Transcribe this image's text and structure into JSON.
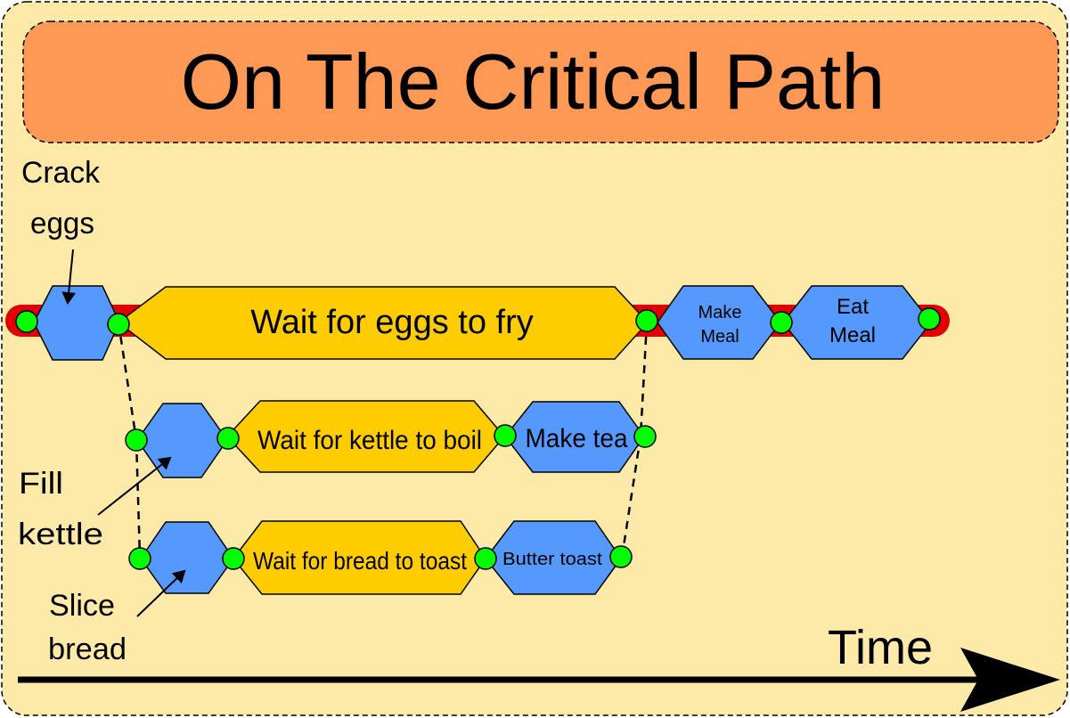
{
  "title": "On The Critical Path",
  "colors": {
    "background": "#fdeaa8",
    "title_band": "#ff9955",
    "task_blue": "#5599ff",
    "task_orange": "#ffcc00",
    "node_green": "#00ff00",
    "critical_path": "#e00000"
  },
  "tasks": {
    "crack_eggs_label": "",
    "wait_eggs": "Wait for eggs to fry",
    "make_meal_1": "Make",
    "make_meal_2": "Meal",
    "eat_meal_1": "Eat",
    "eat_meal_2": "Meal",
    "wait_kettle": "Wait for kettle to boil",
    "make_tea": "Make tea",
    "wait_toast": "Wait for bread to toast",
    "butter_toast": "Butter toast"
  },
  "annotations": {
    "crack_1": "Crack",
    "crack_2": "eggs",
    "fill_1": "Fill",
    "fill_2": "kettle",
    "slice_1": "Slice",
    "slice_2": "bread"
  },
  "axis": {
    "time_label": "Time"
  }
}
